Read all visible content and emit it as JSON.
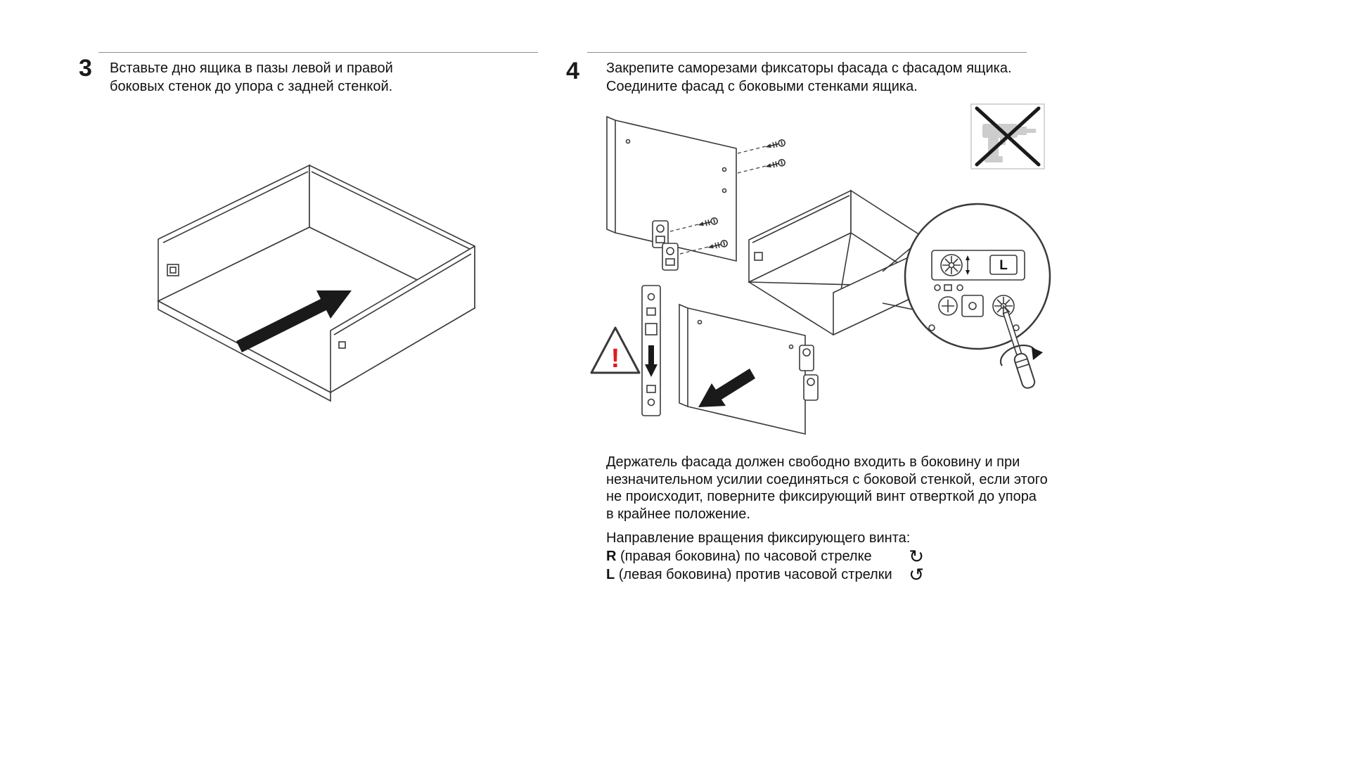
{
  "step3": {
    "number": "3",
    "instruction": [
      "Вставьте дно ящика в пазы левой и правой",
      "боковых стенок до упора с задней стенкой."
    ]
  },
  "step4": {
    "number": "4",
    "instruction": [
      "Закрепите саморезами фиксаторы фасада с фасадом ящика.",
      "Соедините фасад с боковыми стенками ящика."
    ],
    "note": [
      "Держатель фасада должен свободно входить в боковину и при",
      "незначительном усилии соединяться с боковой стенкой, если этого",
      "не происходит, поверните фиксирующий винт отверткой до упора",
      "в крайнее положение."
    ],
    "direction_title": "Направление вращения фиксирующего винта:",
    "rotation_r": {
      "bold": "R",
      "text": " (правая боковина) по часовой стрелке",
      "icon": "↻"
    },
    "rotation_l": {
      "bold": "L",
      "text": " (левая боковина) против часовой стрелки",
      "icon": "↺"
    }
  },
  "magnifier_label": "L",
  "warning_mark": "!",
  "colors": {
    "line": "#3a3a3a",
    "divider": "#8f8f8f",
    "warning_red": "#e01b24",
    "drill_gray": "#cdcdcd",
    "arrow_black": "#1a1a1a"
  }
}
